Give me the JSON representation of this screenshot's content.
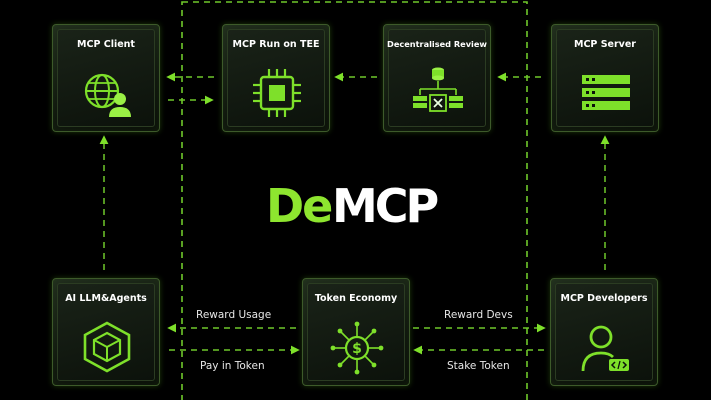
{
  "logo": {
    "prefix": "De",
    "suffix": "MCP"
  },
  "nodes": {
    "mcp_client": {
      "title": "MCP Client"
    },
    "mcp_run_tee": {
      "title": "MCP Run on TEE"
    },
    "decentralised_review": {
      "title": "Decentralised Review"
    },
    "mcp_server": {
      "title": "MCP Server"
    },
    "ai_llm_agents": {
      "title": "AI LLM&Agents"
    },
    "token_economy": {
      "title": "Token Economy"
    },
    "mcp_developers": {
      "title": "MCP Developers"
    }
  },
  "edges": {
    "reward_usage": "Reward Usage",
    "pay_in_token": "Pay in Token",
    "reward_devs": "Reward Devs",
    "stake_token": "Stake Token"
  },
  "colors": {
    "accent": "#7ee02a",
    "accent_dim": "#5fae22",
    "background": "#000000",
    "card_border": "#3d5a2a",
    "text": "#ffffff"
  }
}
